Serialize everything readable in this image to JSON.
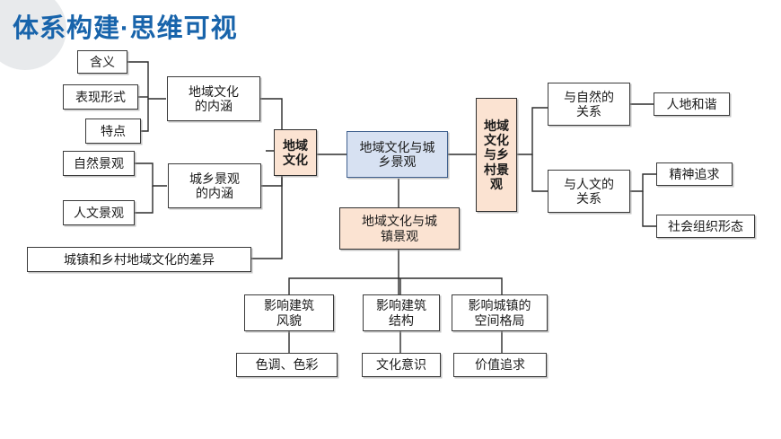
{
  "header": {
    "title": "体系构建·思维可视",
    "title_color": "#1864ab",
    "blob_color": "#e8eaec"
  },
  "palette": {
    "peach_fill": "#fbe3d2",
    "blue_fill": "#d7e1f2",
    "blue_border": "#41618f",
    "plain_fill": "#ffffff",
    "node_border": "#2f2f2f",
    "connector": "#2b2b2b"
  },
  "diagram": {
    "type": "mind-map",
    "root": "地域文化与城乡景观",
    "nodes": {
      "meaning": "含义",
      "expression_form": "表现形式",
      "features": "特点",
      "regional_culture_connotation": "地域文化\n的内涵",
      "natural_landscape": "自然景观",
      "human_landscape": "人文景观",
      "urban_rural_landscape_connotation": "城乡景观\n的内涵",
      "town_village_difference": "城镇和乡村地域文化的差异",
      "regional_culture": "地域文化",
      "center": "地域文化与城乡景观",
      "rural_landscape": "地域文化与乡村景观",
      "town_landscape": "地域文化与城镇景观",
      "relation_nature": "与自然的\n关系",
      "relation_humanity": "与人文的\n关系",
      "harmony": "人地和谐",
      "spiritual_pursuit": "精神追求",
      "social_organization": "社会组织形态",
      "affect_building_style": "影响建筑\n风貌",
      "affect_building_structure": "影响建筑\n结构",
      "affect_town_spatial_pattern": "影响城镇的\n空间格局",
      "tone_color": "色调、色彩",
      "cultural_consciousness": "文化意识",
      "value_pursuit": "价值追求"
    },
    "labels": {
      "meaning": "含义",
      "expression_form": "表现形式",
      "features": "特点",
      "regional_culture_connotation_l1": "地域文化",
      "regional_culture_connotation_l2": "的内涵",
      "natural_landscape": "自然景观",
      "human_landscape": "人文景观",
      "urban_rural_landscape_connotation_l1": "城乡景观",
      "urban_rural_landscape_connotation_l2": "的内涵",
      "town_village_difference": "城镇和乡村地域文化的差异",
      "regional_culture_l1": "地域",
      "regional_culture_l2": "文化",
      "center_l1": "地域文化与城",
      "center_l2": "乡景观",
      "rural_landscape": "地域文化与乡村景观",
      "town_landscape_l1": "地域文化与城",
      "town_landscape_l2": "镇景观",
      "relation_nature_l1": "与自然的",
      "relation_nature_l2": "关系",
      "relation_humanity_l1": "与人文的",
      "relation_humanity_l2": "关系",
      "harmony": "人地和谐",
      "spiritual_pursuit": "精神追求",
      "social_organization": "社会组织形态",
      "affect_building_style_l1": "影响建筑",
      "affect_building_style_l2": "风貌",
      "affect_building_structure_l1": "影响建筑",
      "affect_building_structure_l2": "结构",
      "affect_town_spatial_pattern_l1": "影响城镇的",
      "affect_town_spatial_pattern_l2": "空间格局",
      "tone_color": "色调、色彩",
      "cultural_consciousness": "文化意识",
      "value_pursuit": "价值追求"
    },
    "edges": [
      {
        "from": "meaning",
        "to": "regional_culture_connotation"
      },
      {
        "from": "expression_form",
        "to": "regional_culture_connotation"
      },
      {
        "from": "features",
        "to": "regional_culture_connotation"
      },
      {
        "from": "natural_landscape",
        "to": "urban_rural_landscape_connotation"
      },
      {
        "from": "human_landscape",
        "to": "urban_rural_landscape_connotation"
      },
      {
        "from": "regional_culture_connotation",
        "to": "regional_culture"
      },
      {
        "from": "urban_rural_landscape_connotation",
        "to": "regional_culture"
      },
      {
        "from": "town_village_difference",
        "to": "regional_culture"
      },
      {
        "from": "regional_culture",
        "to": "center"
      },
      {
        "from": "center",
        "to": "rural_landscape"
      },
      {
        "from": "center",
        "to": "town_landscape"
      },
      {
        "from": "rural_landscape",
        "to": "relation_nature"
      },
      {
        "from": "rural_landscape",
        "to": "relation_humanity"
      },
      {
        "from": "relation_nature",
        "to": "harmony"
      },
      {
        "from": "relation_humanity",
        "to": "spiritual_pursuit"
      },
      {
        "from": "relation_humanity",
        "to": "social_organization"
      },
      {
        "from": "town_landscape",
        "to": "affect_building_style"
      },
      {
        "from": "town_landscape",
        "to": "affect_building_structure"
      },
      {
        "from": "town_landscape",
        "to": "affect_town_spatial_pattern"
      },
      {
        "from": "affect_building_style",
        "to": "tone_color"
      },
      {
        "from": "affect_building_structure",
        "to": "cultural_consciousness"
      },
      {
        "from": "affect_town_spatial_pattern",
        "to": "value_pursuit"
      }
    ]
  }
}
